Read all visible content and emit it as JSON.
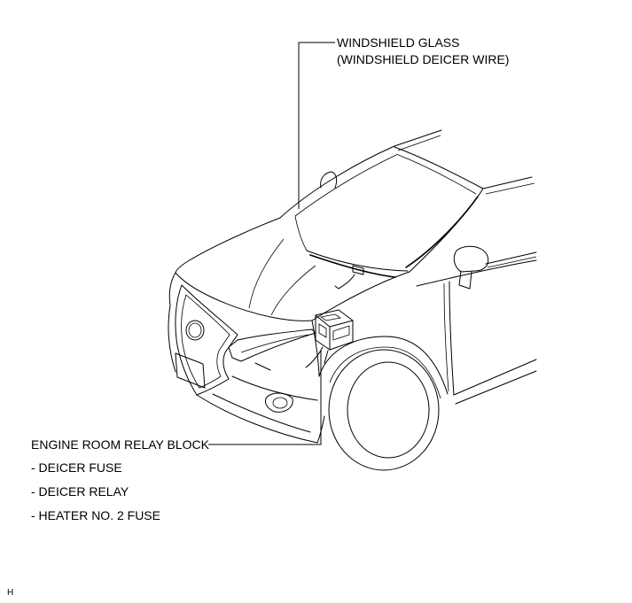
{
  "labels": {
    "windshield": {
      "line1": "WINDSHIELD GLASS",
      "line2": "(WINDSHIELD DEICER WIRE)"
    },
    "relay_block": {
      "title": "ENGINE ROOM RELAY BLOCK",
      "items": [
        "- DEICER FUSE",
        "- DEICER RELAY",
        "- HEATER NO. 2 FUSE"
      ]
    }
  },
  "corner_code": "H"
}
